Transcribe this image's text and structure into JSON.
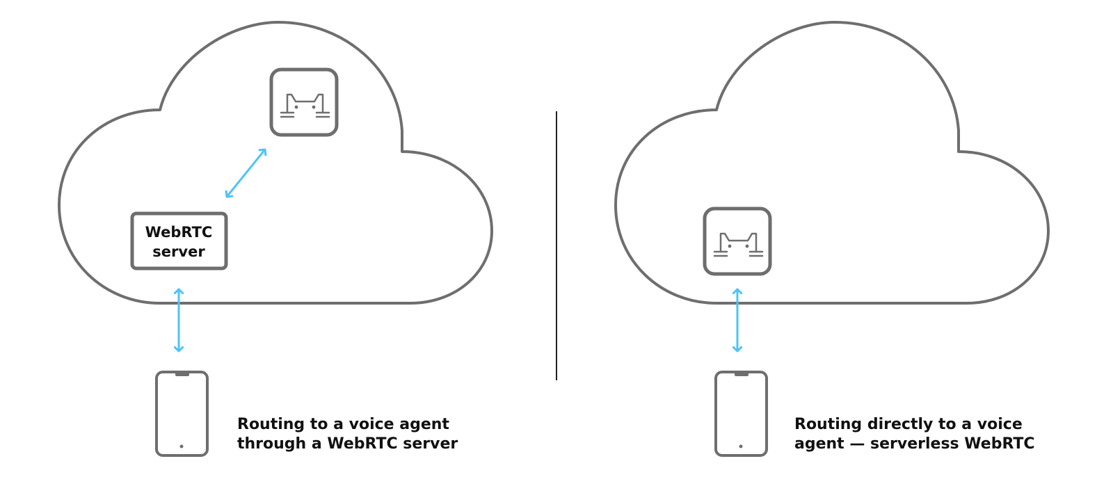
{
  "colors": {
    "outline": "#6e6e6e",
    "arrow": "#4fc3f7",
    "divider": "#222222",
    "text": "#111111"
  },
  "left_panel": {
    "server_box": {
      "line1": "WebRTC",
      "line2": "server"
    },
    "caption": {
      "line1": "Routing to a voice agent",
      "line2": "through a WebRTC server"
    }
  },
  "right_panel": {
    "caption": {
      "line1": "Routing directly to a voice",
      "line2": "agent — serverless WebRTC"
    }
  },
  "icons": {
    "cloud": "cloud-icon",
    "agent": "cat-agent-icon",
    "phone": "phone-icon",
    "arrow": "double-arrow-icon"
  }
}
